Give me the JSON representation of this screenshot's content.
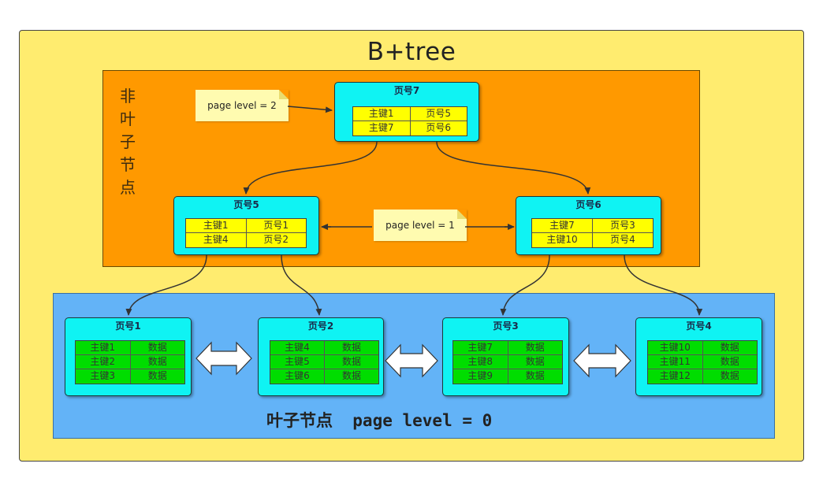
{
  "title": "B+tree",
  "nonleaf_label": [
    "非",
    "叶",
    "子",
    "节",
    "点"
  ],
  "leaf_label": "叶子节点  page level = 0",
  "notes": {
    "level2": "page level = 2",
    "level1": "page level = 1"
  },
  "root": {
    "title": "页号7",
    "rows": [
      [
        "主键1",
        "页号5"
      ],
      [
        "主键7",
        "页号6"
      ]
    ]
  },
  "internal": [
    {
      "title": "页号5",
      "rows": [
        [
          "主键1",
          "页号1"
        ],
        [
          "主键4",
          "页号2"
        ]
      ]
    },
    {
      "title": "页号6",
      "rows": [
        [
          "主键7",
          "页号3"
        ],
        [
          "主键10",
          "页号4"
        ]
      ]
    }
  ],
  "leaves": [
    {
      "title": "页号1",
      "rows": [
        [
          "主键1",
          "数据"
        ],
        [
          "主键2",
          "数据"
        ],
        [
          "主键3",
          "数据"
        ]
      ]
    },
    {
      "title": "页号2",
      "rows": [
        [
          "主键4",
          "数据"
        ],
        [
          "主键5",
          "数据"
        ],
        [
          "主键6",
          "数据"
        ]
      ]
    },
    {
      "title": "页号3",
      "rows": [
        [
          "主键7",
          "数据"
        ],
        [
          "主键8",
          "数据"
        ],
        [
          "主键9",
          "数据"
        ]
      ]
    },
    {
      "title": "页号4",
      "rows": [
        [
          "主键10",
          "数据"
        ],
        [
          "主键11",
          "数据"
        ],
        [
          "主键12",
          "数据"
        ]
      ]
    }
  ],
  "colors": {
    "background": "#ffec6f",
    "nonleaf_region": "#ff9900",
    "leaf_region": "#63b3f7",
    "node": "#0ff3f3",
    "index_row": "#ffff00",
    "data_row": "#00dd00"
  }
}
